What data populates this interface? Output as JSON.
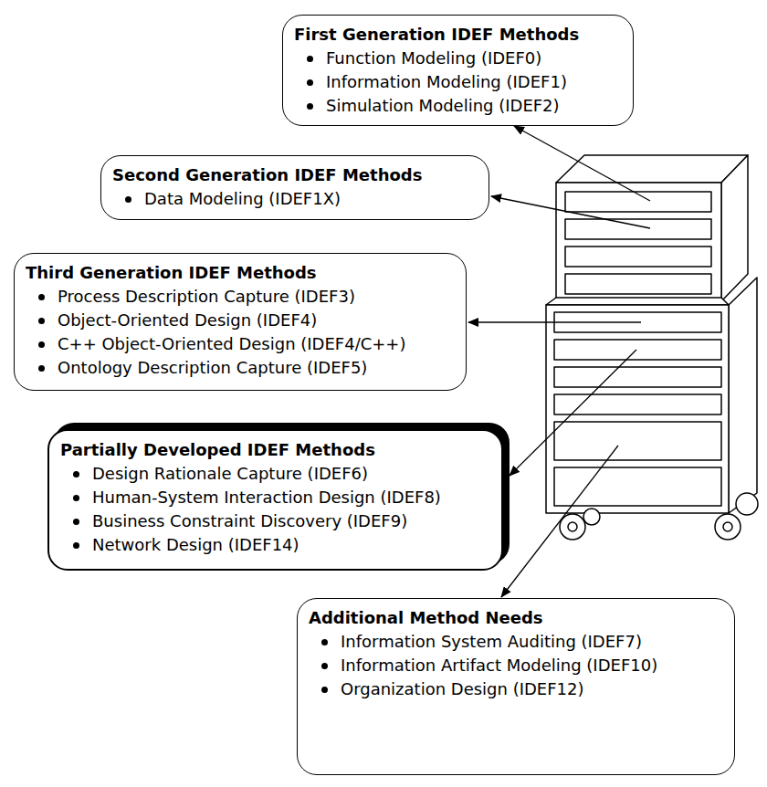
{
  "diagram": {
    "nodes": [
      {
        "text": [
          "First Generation IDEF Methods",
          "Function Modeling (IDEF0)",
          "Information Modeling (IDEF1)",
          "Simulation Modeling (IDEF2)"
        ]
      },
      {
        "text": [
          "Second Generation IDEF Methods",
          "Data Modeling (IDEF1X)"
        ]
      },
      {
        "text": [
          "Third Generation IDEF Methods",
          "Process Description Capture (IDEF3)",
          "Object-Oriented Design (IDEF4)",
          "C++ Object-Oriented Design (IDEF4/C++)",
          "Ontology Description Capture (IDEF5)"
        ]
      },
      {
        "text": [
          "Partially Developed IDEF Methods",
          "Design Rationale Capture (IDEF6)",
          "Human-System Interaction Design (IDEF8)",
          "Business Constraint Discovery (IDEF9)",
          "Network Design (IDEF14)"
        ]
      },
      {
        "text": [
          "Additional Method Needs",
          "Information System Auditing (IDEF7)",
          "Information Artifact Modeling (IDEF10)",
          "Organization Design (IDEF12)"
        ]
      }
    ]
  }
}
